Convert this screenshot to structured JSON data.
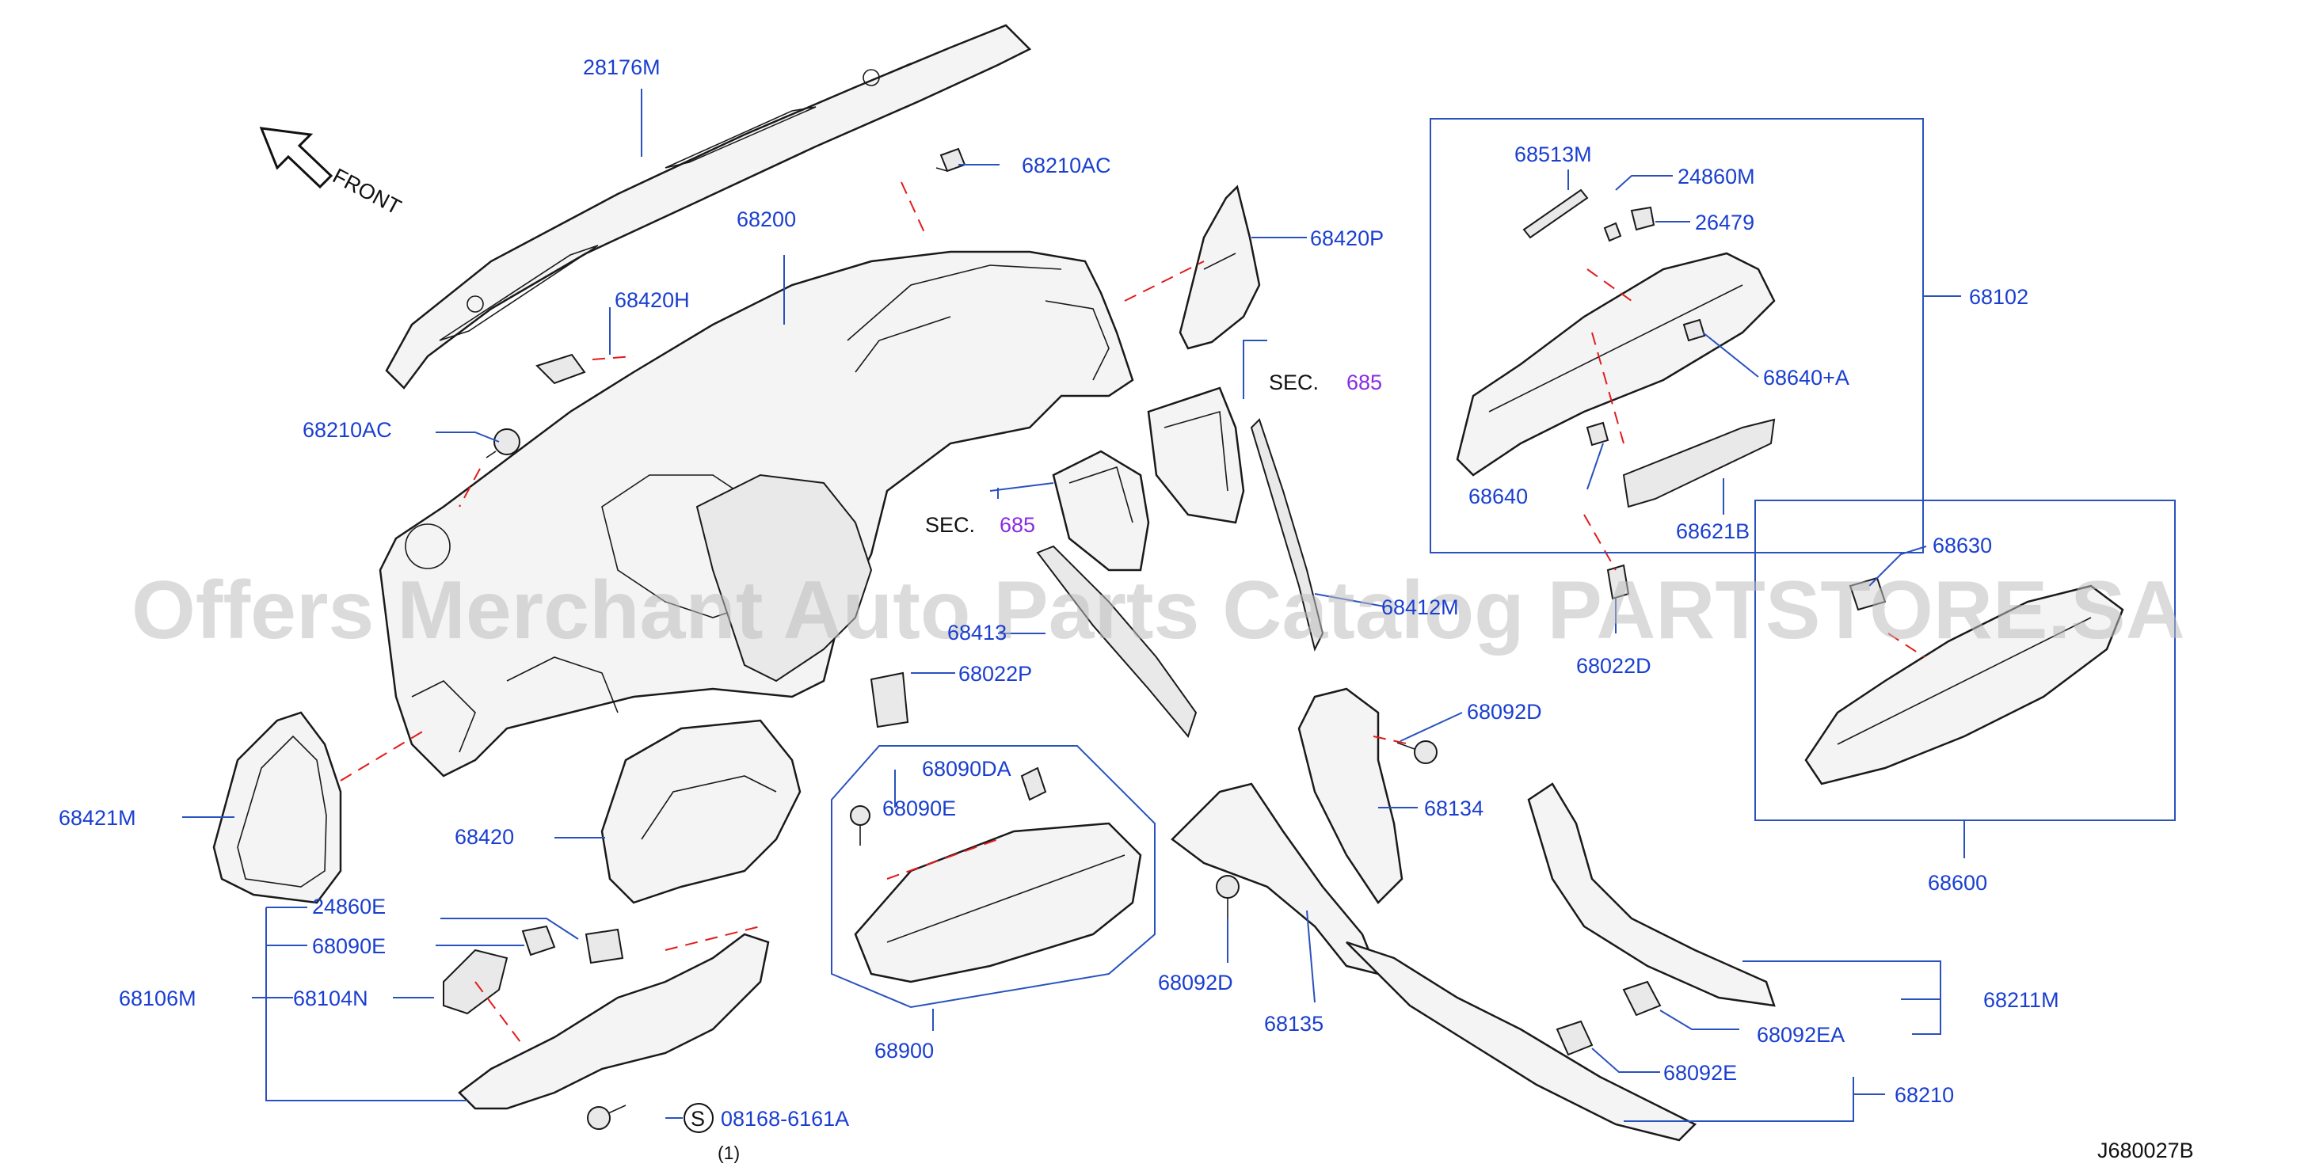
{
  "diagram_code": "J680027B",
  "front_label": "FRONT",
  "watermark": "Offers Merchant Auto Parts Catalog PARTSTORE.SA",
  "section_refs": [
    {
      "prefix": "SEC.",
      "number": "685"
    },
    {
      "prefix": "SEC.",
      "number": "685"
    }
  ],
  "screw_symbol": "S",
  "screw_qty": "(1)",
  "parts": {
    "p28176M": "28176M",
    "p68210AC_top": "68210AC",
    "p68420P": "68420P",
    "p68200": "68200",
    "p68420H": "68420H",
    "p68210AC_left": "68210AC",
    "p68413": "68413",
    "p68412M": "68412M",
    "p68022P": "68022P",
    "p68421M": "68421M",
    "p68420": "68420",
    "p68090DA": "68090DA",
    "p68090E_mid": "68090E",
    "p24860E": "24860E",
    "p68090E_left": "68090E",
    "p68106M": "68106M",
    "p68104N": "68104N",
    "p08168": "08168-6161A",
    "p68900": "68900",
    "p68092D_mid": "68092D",
    "p68135": "68135",
    "p68134": "68134",
    "p68092D_right": "68092D",
    "p68513M": "68513M",
    "p24860M": "24860M",
    "p26479": "26479",
    "p68102": "68102",
    "p68640A": "68640+A",
    "p68640": "68640",
    "p68621B": "68621B",
    "p68022D": "68022D",
    "p68630": "68630",
    "p68600": "68600",
    "p68211M": "68211M",
    "p68092EA": "68092EA",
    "p68092E": "68092E",
    "p68210": "68210"
  }
}
